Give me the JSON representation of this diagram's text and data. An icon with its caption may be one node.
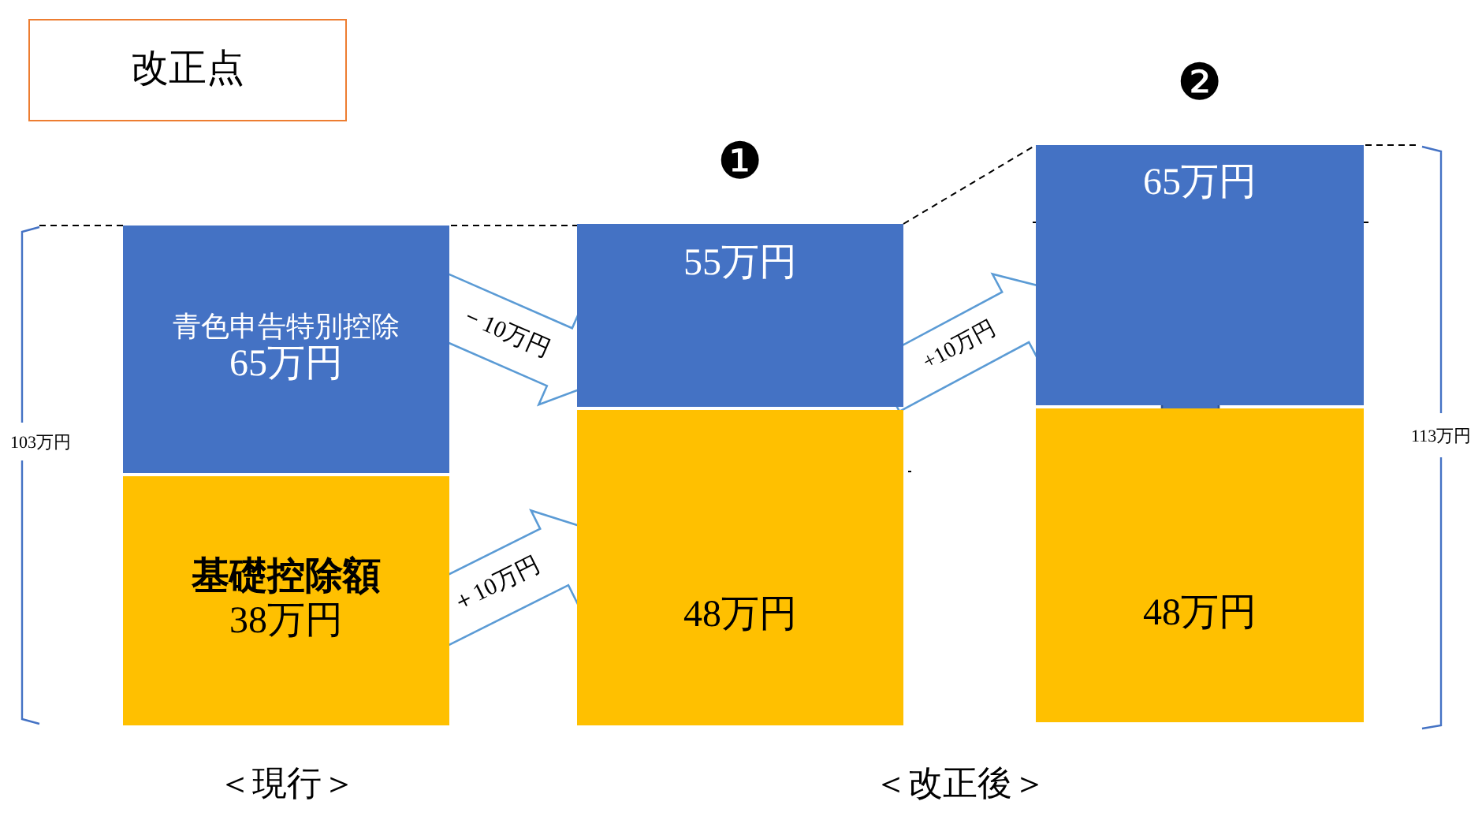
{
  "diagram": {
    "nodes": [
      {
        "text": [
          "改正点"
        ]
      },
      {
        "text": [
          "青色申告特別控除",
          "65万円"
        ]
      },
      {
        "text": [
          "基礎控除額",
          "38万円"
        ]
      },
      {
        "text": [
          "55万円"
        ],
        "beside": [
          "❶"
        ]
      },
      {
        "text": [
          "48万円"
        ]
      },
      {
        "text": [
          "65万円"
        ],
        "beside": [
          "❷"
        ]
      },
      {
        "text": [
          "48万円"
        ]
      }
    ],
    "edges": [
      {
        "from": 1,
        "to": 3,
        "arrow": "to",
        "label": "－10万円"
      },
      {
        "from": 2,
        "to": 4,
        "arrow": "to",
        "label": "＋10万円"
      },
      {
        "from": 3,
        "to": 5,
        "arrow": "to",
        "label": "+10万円"
      },
      {
        "from": 5,
        "to": 6,
        "arrow": "to"
      }
    ],
    "labels": [
      "103万円",
      "113万円",
      "＜現行＞",
      "＜改正後＞"
    ]
  }
}
